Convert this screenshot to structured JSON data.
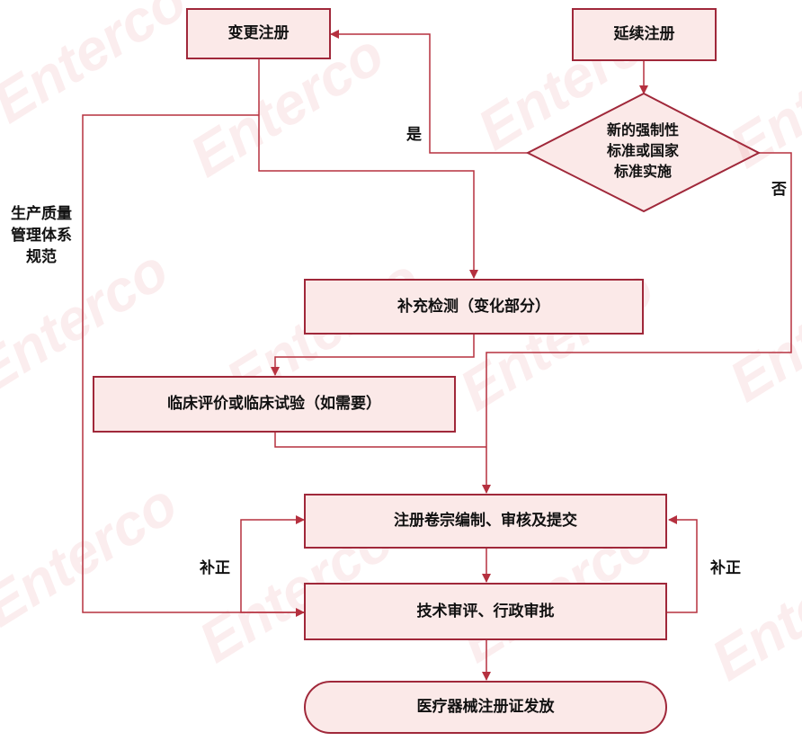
{
  "nodes": {
    "change_registration": "变更注册",
    "renewal_registration": "延续注册",
    "decision": [
      "新的强制性",
      "标准或国家",
      "标准实施"
    ],
    "supplementary_testing": "补充检测（变化部分）",
    "clinical_evaluation": "临床评价或临床试验（如需要）",
    "dossier_compile": "注册卷宗编制、审核及提交",
    "review": "技术审评、行政审批",
    "certificate_issued": "医疗器械注册证发放"
  },
  "labels": {
    "yes": "是",
    "no": "否",
    "qms": [
      "生产质量",
      "管理体系",
      "规范"
    ],
    "supplement_left": "补正",
    "supplement_right": "补正"
  },
  "watermark": "Enterco",
  "colors": {
    "border": "#a0283a",
    "fill": "#fbe9e8",
    "line": "#b5303f",
    "watermark": "#d7505a"
  }
}
